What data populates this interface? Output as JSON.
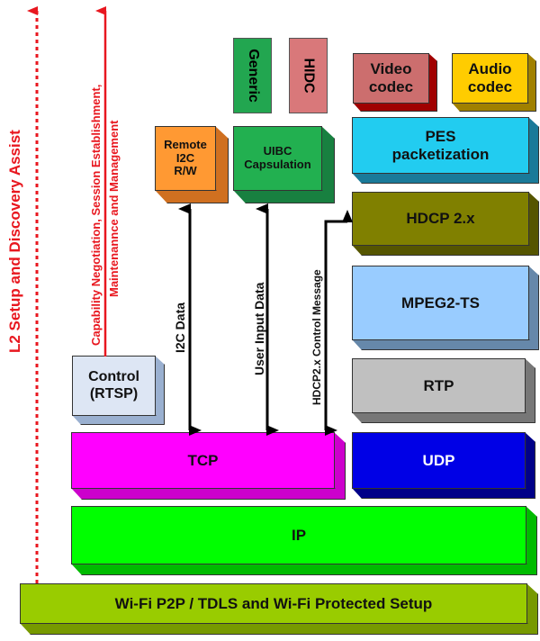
{
  "diagram": {
    "title": "",
    "left_arrows": {
      "l2_setup": "L2 Setup and Discovery Assist",
      "capability_line1": "Capability Negotiation, Session Establishment,",
      "capability_line2": "Maintenannce and Management"
    },
    "blocks": {
      "generic": "Generic",
      "hidc": "HIDC",
      "video_codec": "Video\ncodec",
      "audio_codec": "Audio\ncodec",
      "remote_i2c": "Remote\nI2C\nR/W",
      "uibc": "UIBC\nCapsulation",
      "pes": "PES\npacketization",
      "hdcp": "HDCP 2.x",
      "mpeg2ts": "MPEG2-TS",
      "rtp": "RTP",
      "control": "Control\n(RTSP)",
      "tcp": "TCP",
      "udp": "UDP",
      "ip": "IP",
      "wifi": "Wi-Fi P2P / TDLS and Wi-Fi Protected Setup"
    },
    "arrow_labels": {
      "i2c_data": "I2C Data",
      "user_input": "User Input Data",
      "hdcp_msg": "HDCP2.x Control Message"
    },
    "colors": {
      "red_arrow": "#e8171f",
      "generic": "#22a650",
      "hidc": "#d9787a",
      "video_codec": "#cc6e6e",
      "audio_codec": "#ffcc00",
      "remote_i2c": "#ff9933",
      "uibc": "#22b050",
      "pes": "#22ccf0",
      "hdcp": "#808000",
      "mpeg2ts": "#99ccff",
      "rtp": "#c0c0c0",
      "control": "#dde6f4",
      "tcp": "#ff00ff",
      "udp": "#0000e6",
      "ip": "#00ff00",
      "wifi": "#99cc00"
    }
  }
}
